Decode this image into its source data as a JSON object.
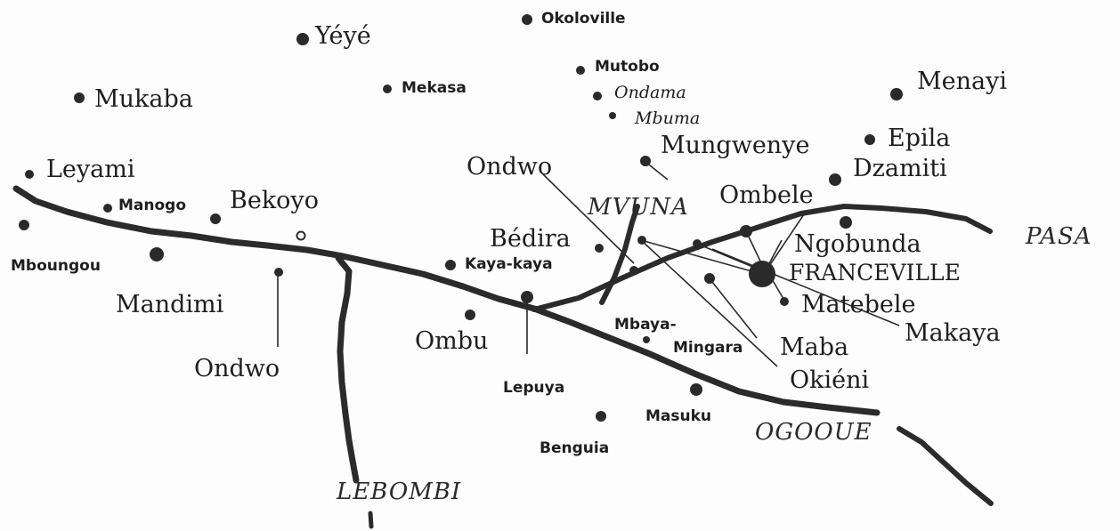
{
  "map": {
    "rivers": [
      "LEBOMBI",
      "MVUNA",
      "PASA",
      "OGOOUE"
    ],
    "places": {
      "okoloville": "Okoloville",
      "yeye": "Yéyé",
      "mutobo": "Mutobo",
      "ondama": "Ondama",
      "mbuma": "Mbuma",
      "menayi": "Menayi",
      "mukaba": "Mukaba",
      "mekasa": "Mekasa",
      "mungwenye": "Mungwenye",
      "epila": "Epila",
      "dzamiti": "Dzamiti",
      "leyami": "Leyami",
      "ondwo_north": "Ondwo",
      "ombele": "Ombele",
      "manogo": "Manogo",
      "bekoyo": "Bekoyo",
      "ngobunda": "Ngobunda",
      "bedira": "Bédira",
      "franceville": "FRANCEVILLE",
      "kaya_kaya": "Kaya-kaya",
      "mboungou": "Mboungou",
      "matebele": "Matebele",
      "mandimi": "Mandimi",
      "makaya": "Makaya",
      "mbaya": "Mbaya-",
      "mingara": "Mingara",
      "maba": "Maba",
      "ombu": "Ombu",
      "ondwo_south": "Ondwo",
      "okieni": "Okiéni",
      "lepuya": "Lepuya",
      "masuku": "Masuku",
      "benguia": "Benguia"
    }
  }
}
